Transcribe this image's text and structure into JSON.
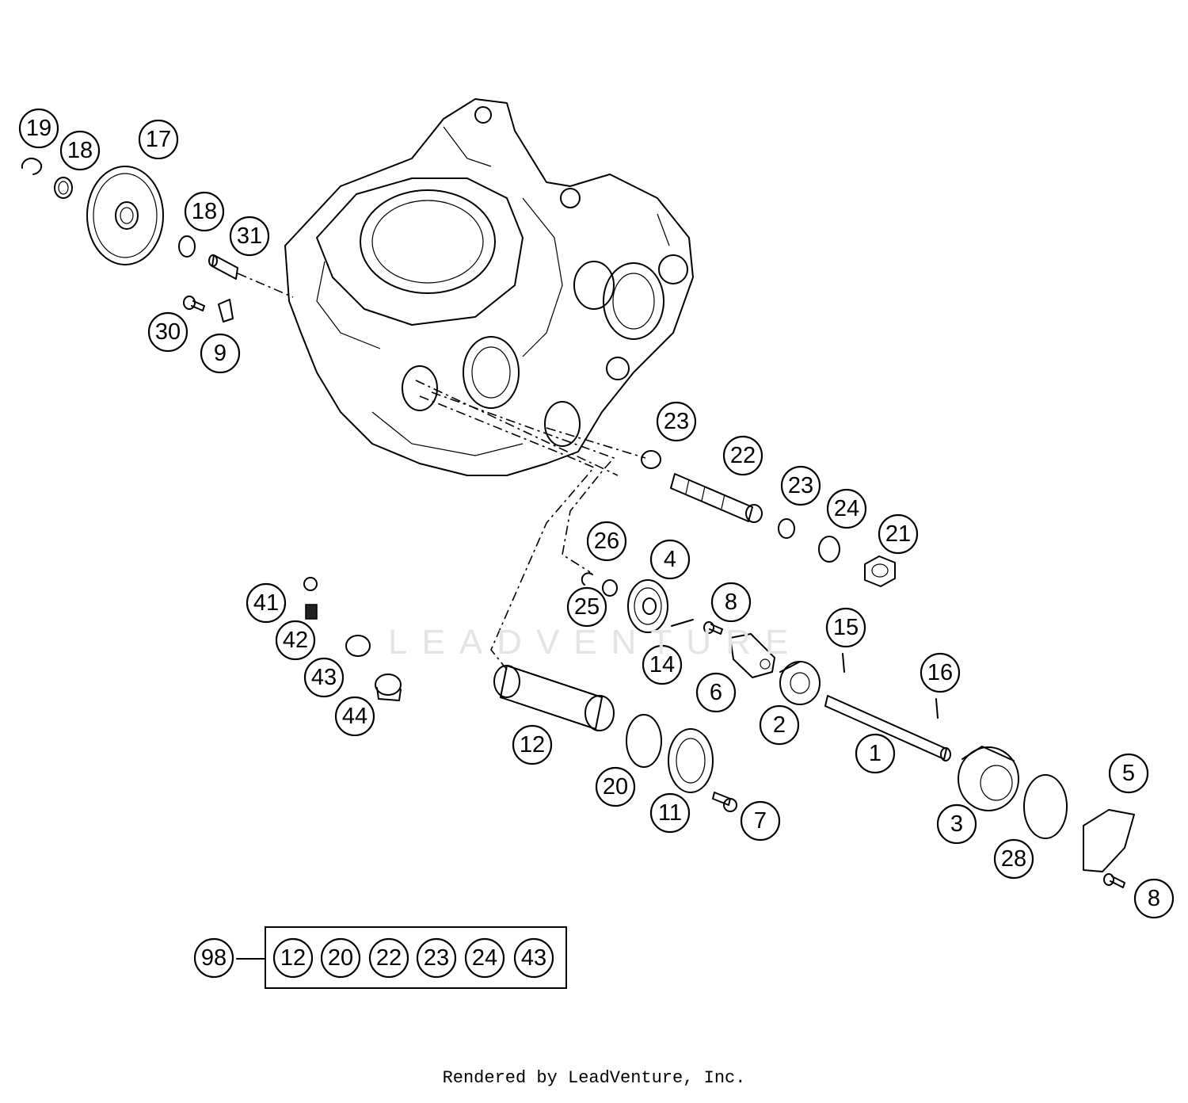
{
  "diagram": {
    "callouts": {
      "c19": "19",
      "c18a": "18",
      "c17": "17",
      "c18b": "18",
      "c31": "31",
      "c30": "30",
      "c9": "9",
      "c23a": "23",
      "c22": "22",
      "c23b": "23",
      "c24": "24",
      "c21": "21",
      "c26": "26",
      "c4": "4",
      "c8a": "8",
      "c25": "25",
      "c14": "14",
      "c15": "15",
      "c16": "16",
      "c6": "6",
      "c2": "2",
      "c1": "1",
      "c41": "41",
      "c42": "42",
      "c43": "43",
      "c44": "44",
      "c12": "12",
      "c20": "20",
      "c11": "11",
      "c7": "7",
      "c3": "3",
      "c5": "5",
      "c28": "28",
      "c8b": "8"
    },
    "kit": {
      "label": "98",
      "items": [
        "12",
        "20",
        "22",
        "23",
        "24",
        "43"
      ]
    },
    "watermark": "LEADVENTURE"
  },
  "footer": {
    "credit": "Rendered by LeadVenture, Inc."
  }
}
